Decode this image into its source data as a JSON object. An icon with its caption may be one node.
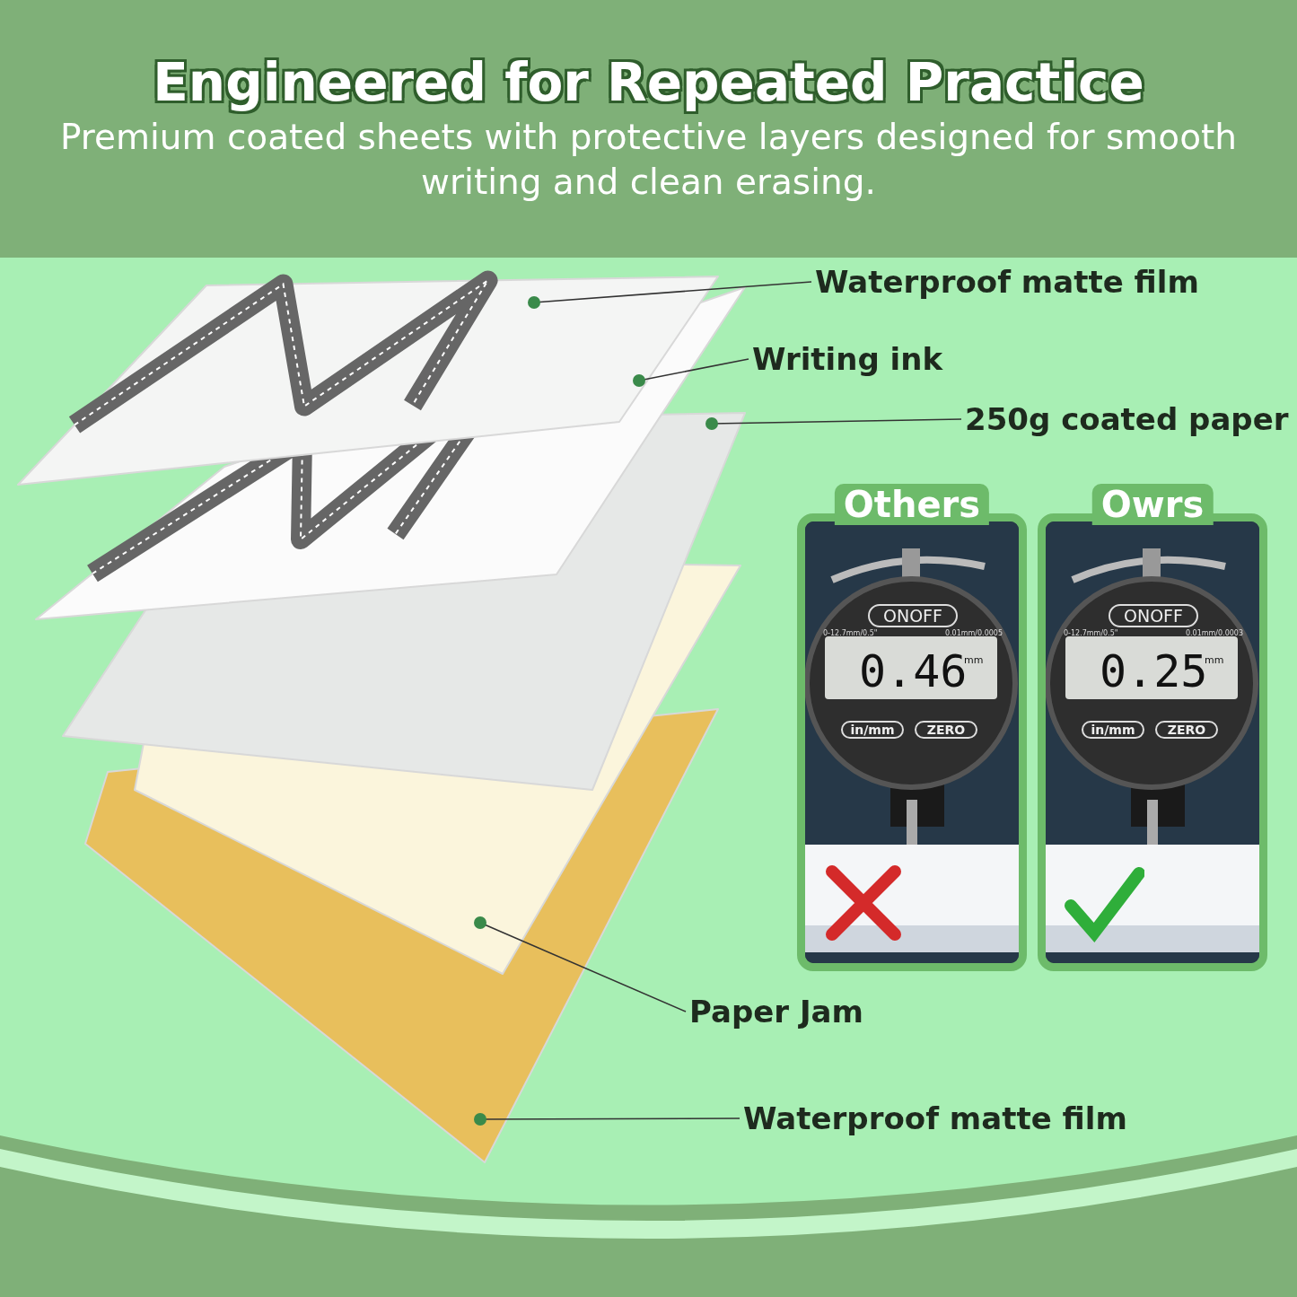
{
  "diagram": {
    "title": "Engineered for Repeated Practice",
    "caption": "Premium coated sheets with protective layers designed for smooth writing and clean erasing.",
    "nodes": [
      {
        "text": [
          "Waterproof matte film"
        ]
      },
      {
        "text": [
          "Writing ink"
        ]
      },
      {
        "text": [
          "250g coated paper"
        ]
      },
      {
        "text": [
          "Paper Jam"
        ]
      },
      {
        "text": [
          "Waterproof matte film"
        ]
      },
      {
        "text": [],
        "shape": "picture"
      },
      {
        "text": [],
        "shape": "picture"
      },
      {
        "text": [],
        "shape": "picture"
      },
      {
        "text": [],
        "shape": "picture"
      },
      {
        "text": [],
        "shape": "picture"
      },
      {
        "text": [
          "Others"
        ]
      },
      {
        "text": [
          "Owrs"
        ]
      },
      {
        "text": [],
        "shape": "picture",
        "in": 10
      },
      {
        "text": [],
        "shape": "picture",
        "in": 11
      }
    ],
    "edges": [
      {
        "from": 0,
        "to": 5,
        "arrow": "other"
      },
      {
        "from": 1,
        "to": 6,
        "arrow": "other"
      },
      {
        "from": 2,
        "to": 7,
        "arrow": "other"
      },
      {
        "from": 3,
        "to": 8,
        "arrow": "other"
      },
      {
        "from": 4,
        "to": 9,
        "arrow": "other"
      }
    ],
    "labels": [
      "ONOFF",
      "0-12.7mm/0.5\"",
      "0.01mm/0.0005",
      "0.46",
      "mm",
      "in/mm",
      "ZERO",
      "ONOFF",
      "0-12.7mm/0.5\"",
      "0.01mm/0.0003",
      "0.25",
      "mm",
      "in/mm",
      "ZERO"
    ]
  }
}
